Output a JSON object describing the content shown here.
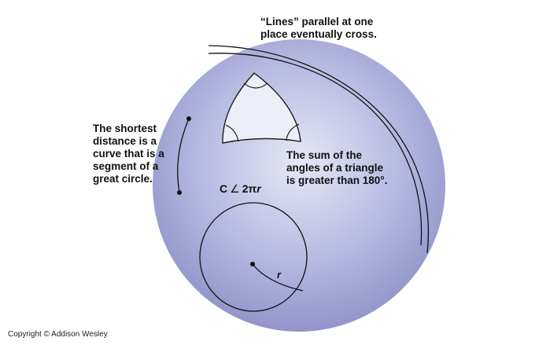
{
  "colors": {
    "sphere_light": "#e6e8f6",
    "sphere_mid": "#b8bbe2",
    "sphere_dark": "#8e92c8",
    "triangle_fill": "#eceef8",
    "stroke": "#111111"
  },
  "labels": {
    "parallel": [
      "“Lines” parallel at one",
      "place eventually cross."
    ],
    "shortest": [
      "The shortest",
      "distance is a",
      "curve that is a",
      "segment of a",
      "great circle."
    ],
    "triangle": [
      "The sum of the",
      "angles of a triangle",
      "is greater than 180°."
    ],
    "circumference": {
      "c": "C",
      "angle": "∠",
      "rhs_num": "2π",
      "rhs_var": "r"
    },
    "radius": "r"
  },
  "copyright": "Copyright © Addison Wesley"
}
